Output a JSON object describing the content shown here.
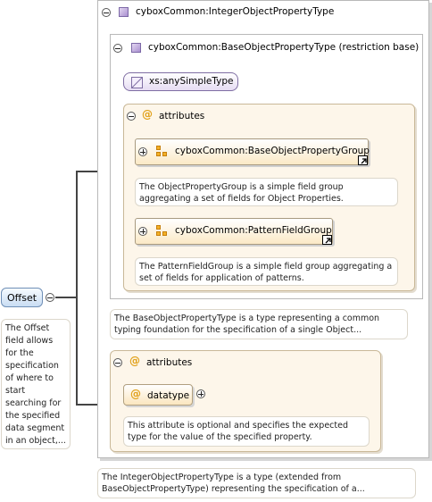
{
  "integer_type": {
    "title": "cyboxCommon:IntegerObjectPropertyType",
    "description": "The IntegerObjectPropertyType is a type (extended from BaseObjectPropertyType) representing the specification of a..."
  },
  "base_type": {
    "title": "cyboxCommon:BaseObjectPropertyType (restriction base)",
    "description": "The BaseObjectPropertyType is a type representing a common typing foundation for the specification of a single Object..."
  },
  "simple_type": {
    "label": "xs:anySimpleType"
  },
  "attributes_base": {
    "label": "attributes",
    "groups": [
      {
        "title": "cyboxCommon:BaseObjectPropertyGroup",
        "description": "The ObjectPropertyGroup is a simple field group aggregating a set of fields for Object Properties."
      },
      {
        "title": "cyboxCommon:PatternFieldGroup",
        "description": "The PatternFieldGroup is a simple field group aggregating a set of fields for application of patterns."
      }
    ]
  },
  "attributes_ext": {
    "label": "attributes",
    "attr": {
      "name": "datatype",
      "description": "This attribute is optional and specifies the expected type for the value of the specified property."
    }
  },
  "element": {
    "name": "Offset",
    "description": "The Offset field allows for the specification of where to start searching for the specified data segment in an object,..."
  },
  "icons": {
    "type": "type-icon",
    "group": "attribute-group-icon",
    "attribute": "attribute-at-icon",
    "link": "link-arrow-icon",
    "toggle": "collapse-toggle-icon"
  },
  "colors": {
    "frame_border": "#b9b9b9",
    "attributes_fill": "#fdf6ea",
    "group_fill": "#fbe9c6",
    "element_fill": "#c9ddf3",
    "type_icon": "#a98fcf",
    "at_sign": "#e1a11a"
  }
}
